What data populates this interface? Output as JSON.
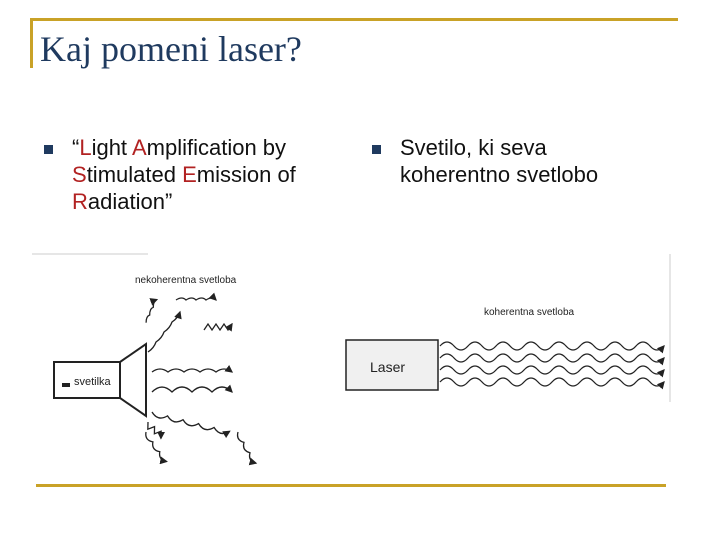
{
  "slide": {
    "title": "Kaj pomeni laser?",
    "left_bullet": {
      "open_quote": "“",
      "segments": [
        {
          "initial": "L",
          "rest": "ight "
        },
        {
          "initial": "A",
          "rest": "mplification by "
        },
        {
          "initial": "S",
          "rest": "timulated "
        },
        {
          "initial": "E",
          "rest": "mission of "
        },
        {
          "initial": "R",
          "rest": "adiation"
        }
      ],
      "close_quote": "”"
    },
    "right_bullet": {
      "line1": "Svetilo, ki seva",
      "line2": "koherentno svetlobo"
    },
    "figure_left": {
      "caption": "nekoherentna svetloba",
      "source_label": "svetilka"
    },
    "figure_right": {
      "caption": "koherentna svetloba",
      "source_label": "Laser"
    }
  },
  "colors": {
    "frame": "#c9a227",
    "title": "#1f3a5f",
    "highlight": "#b22222",
    "text": "#111111"
  }
}
